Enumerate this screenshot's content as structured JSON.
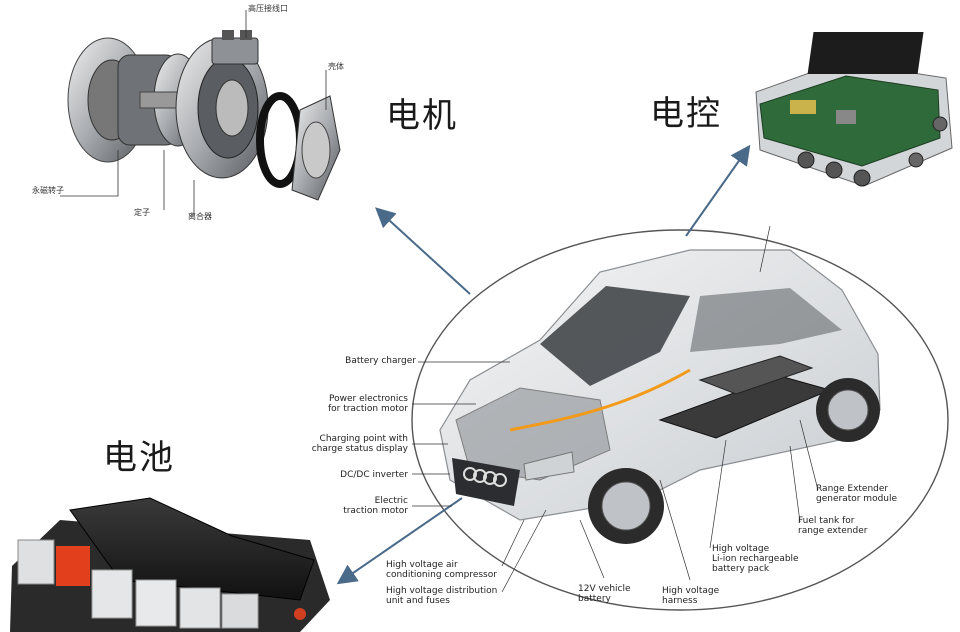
{
  "labels": {
    "motor": "电机",
    "controller": "电控",
    "battery": "电池"
  },
  "motor_parts": {
    "top": "高压接线口",
    "right": "壳体",
    "left": "永磁转子",
    "bottom_a": "定子",
    "bottom_b": "离合器"
  },
  "car_callouts": {
    "battery_charger": "Battery charger",
    "power_electronics": "Power electronics\nfor traction motor",
    "charging_point": "Charging point with\ncharge status display",
    "dcdc": "DC/DC inverter",
    "electric_motor": "Electric\ntraction motor",
    "hv_air": "High voltage air\nconditioning compressor",
    "hv_distribution": "High voltage distribution\nunit and fuses",
    "vehicle_battery": "12V vehicle\nbattery",
    "hv_harness": "High voltage\nharness",
    "hv_battery": "High voltage\nLi-ion rechargeable\nbattery pack",
    "range_extender": "Range Extender\ngenerator module",
    "fuel_tank": "Fuel tank for\nrange extender"
  },
  "colors": {
    "arrow": "#4a6a8a",
    "ellipse": "#555555",
    "car_body": "#e6e8ea",
    "battery_red": "#e2401c"
  }
}
